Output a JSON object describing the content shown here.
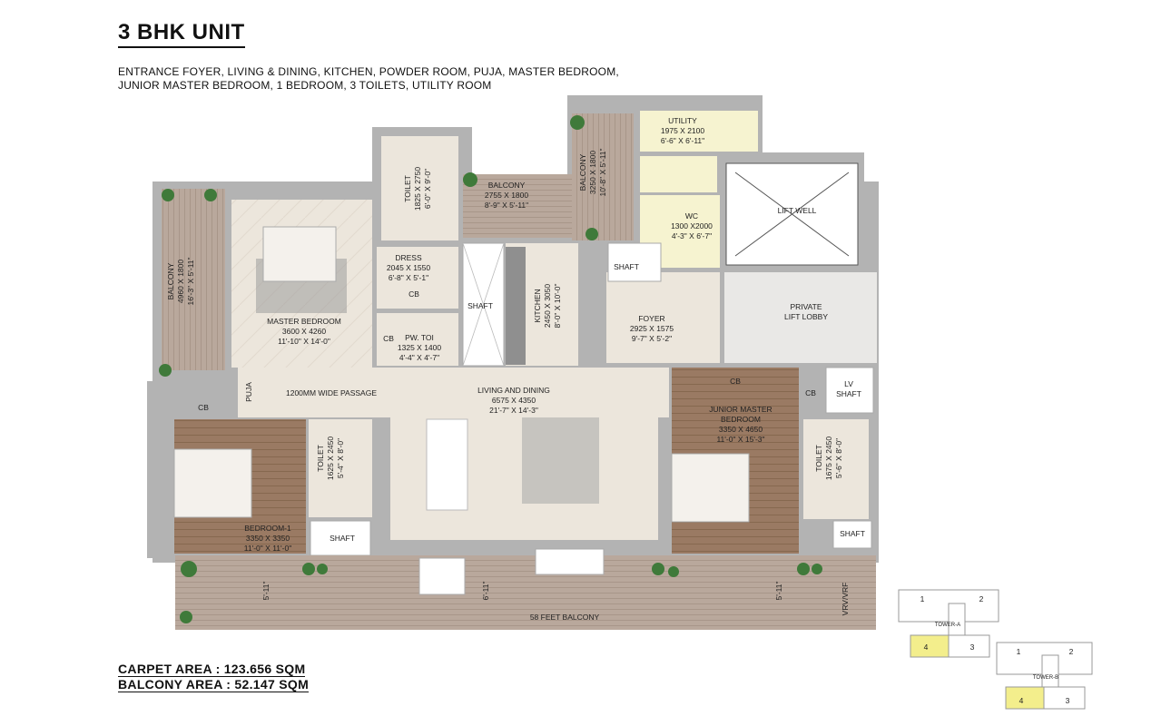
{
  "title": "3 BHK UNIT",
  "subtitle_lines": [
    "ENTRANCE FOYER, LIVING & DINING, KITCHEN, POWDER ROOM, PUJA, MASTER BEDROOM,",
    "JUNIOR MASTER BEDROOM, 1 BEDROOM, 3 TOILETS, UTILITY ROOM"
  ],
  "areas": {
    "carpet": "CARPET AREA : 123.656 SQM",
    "balcony": "BALCONY AREA : 52.147 SQM"
  },
  "colors": {
    "wall": "#b3b3b3",
    "floor_marble": "#ece6dc",
    "floor_wood": "#9a7a63",
    "deck": "#b9a89c",
    "utility": "#f6f3d0",
    "highlight": "#f3ee8c"
  },
  "rooms": {
    "utility": {
      "name": "UTILITY",
      "dim_mm": "1975 X 2100",
      "dim_ft": "6'-6\" X 6'-11\""
    },
    "toilet_top": {
      "name": "TOILET",
      "dim_mm": "1825 X 2750",
      "dim_ft": "6'-0\" X 9'-0\""
    },
    "balcony_top": {
      "name": "BALCONY",
      "dim_mm": "2755 X 1800",
      "dim_ft": "8'-9\" X 5'-11\""
    },
    "balcony_right_top": {
      "name": "BALCONY",
      "dim_mm": "3250 X 1800",
      "dim_ft": "10'-8\" X 5'-11\""
    },
    "wc": {
      "name": "WC",
      "dim_mm": "1300 X2000",
      "dim_ft": "4'-3\" X 6'-7\""
    },
    "lift_well": {
      "name": "LIFT WELL"
    },
    "balcony_left": {
      "name": "BALCONY",
      "dim_mm": "4960 X 1800",
      "dim_ft": "16'-3\" X 5'-11\""
    },
    "dress": {
      "name": "DRESS",
      "dim_mm": "2045 X 1550",
      "dim_ft": "6'-8\" X 5'-1\""
    },
    "kitchen": {
      "name": "KITCHEN",
      "dim_mm": "2450 X 3050",
      "dim_ft": "8'-0\" X 10'-0\""
    },
    "master_bedroom": {
      "name": "MASTER BEDROOM",
      "dim_mm": "3600 X 4260",
      "dim_ft": "11'-10\" X 14'-0\""
    },
    "pw_toi": {
      "name": "PW. TOI",
      "dim_mm": "1325 X 1400",
      "dim_ft": "4'-4\" X 4'-7\""
    },
    "foyer": {
      "name": "FOYER",
      "dim_mm": "2925 X 1575",
      "dim_ft": "9'-7\" X 5'-2\""
    },
    "private_lift_lobby": {
      "name": "PRIVATE",
      "name2": "LIFT LOBBY"
    },
    "passage": {
      "name": "1200MM WIDE PASSAGE"
    },
    "living": {
      "name": "LIVING AND DINING",
      "dim_mm": "6575 X 4350",
      "dim_ft": "21'-7\" X 14'-3\""
    },
    "junior_master": {
      "name": "JUNIOR MASTER",
      "name2": "BEDROOM",
      "dim_mm": "3350 X 4650",
      "dim_ft": "11'-0\" X 15'-3\""
    },
    "toilet_left": {
      "name": "TOILET",
      "dim_mm": "1625 X 2450",
      "dim_ft": "5'-4\" X 8'-0\""
    },
    "toilet_right": {
      "name": "TOILET",
      "dim_mm": "1675 X 2450",
      "dim_ft": "5'-6\" X 8'-0\""
    },
    "bedroom1": {
      "name": "BEDROOM-1",
      "dim_mm": "3350 X 3350",
      "dim_ft": "11'-0\" X 11'-0\""
    },
    "balcony_58": {
      "name": "58 FEET BALCONY"
    }
  },
  "tags": {
    "shaft": "SHAFT",
    "cb": "CB",
    "puja": "PUJA",
    "lv": "LV",
    "vrv": "VRV/VRF"
  },
  "dims": {
    "d1": "5'-11\"",
    "d2": "6'-11\"",
    "d3": "5'-11\""
  },
  "key_plan": {
    "tower_a": "TOWER-A",
    "tower_b": "TOWER-B",
    "u1": "1",
    "u2": "2",
    "u3": "3",
    "u4": "4"
  }
}
